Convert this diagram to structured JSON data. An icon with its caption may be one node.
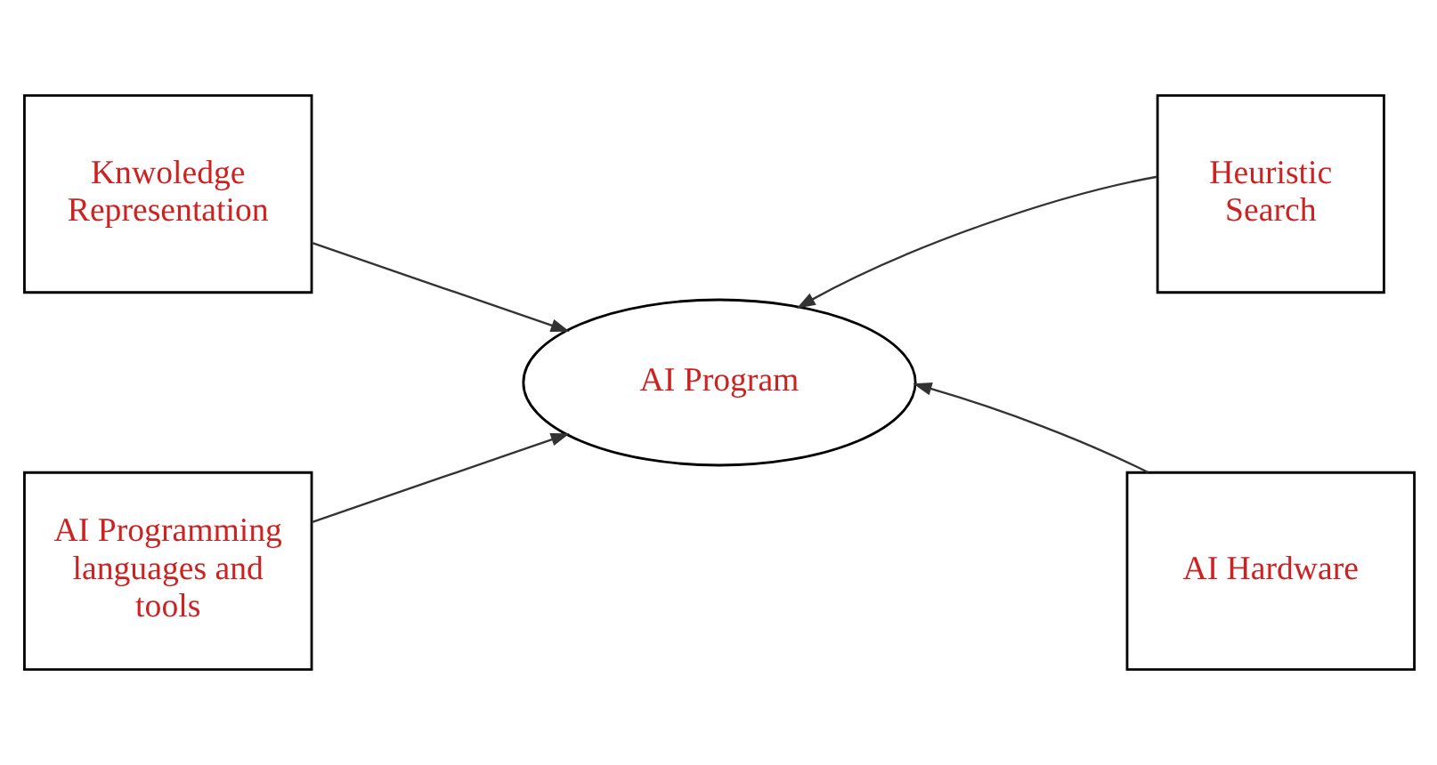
{
  "diagram": {
    "nodes": [
      {
        "text": [
          "Knwoledge Representation"
        ]
      },
      {
        "text": [
          "Heuristic Search"
        ]
      },
      {
        "text": [
          "AI Program"
        ]
      },
      {
        "text": [
          "AI Programming languages and tools"
        ]
      },
      {
        "text": [
          "AI Hardware"
        ]
      }
    ],
    "edges": [
      {
        "from": 0,
        "to": 2,
        "arrow": "to"
      },
      {
        "from": 1,
        "to": 2,
        "arrow": "to"
      },
      {
        "from": 3,
        "to": 2,
        "arrow": "to"
      },
      {
        "from": 4,
        "to": 2,
        "arrow": "to"
      }
    ]
  }
}
